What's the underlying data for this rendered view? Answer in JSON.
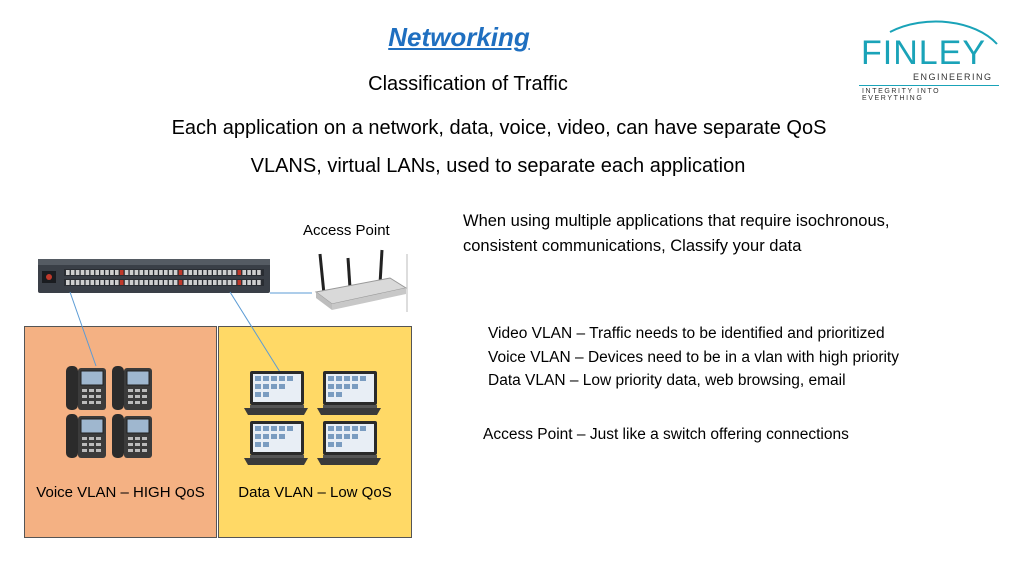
{
  "slide": {
    "title": "Networking",
    "subtitle": "Classification of Traffic",
    "line1": "Each application on a network, data, voice, video, can have separate QoS",
    "line2": "VLANS, virtual LANs, used to separate each application"
  },
  "right": {
    "para_line1": "When using multiple applications that require isochronous,",
    "para_line2": "consistent communications, Classify your data",
    "vlans": [
      "Video VLAN – Traffic needs to be identified and prioritized",
      "Voice VLAN – Devices need to be in a vlan with high priority",
      "Data VLAN – Low priority data, web browsing, email"
    ],
    "access_point": "Access Point – Just like a switch offering connections"
  },
  "diagram": {
    "access_point_label": "Access Point",
    "voice_label": "Voice VLAN – HIGH QoS",
    "data_label": "Data VLAN – Low QoS"
  },
  "logo": {
    "brand": "FINLEY",
    "sub": "ENGINEERING",
    "tagline": "INTEGRITY INTO EVERYTHING"
  },
  "colors": {
    "title": "#1f6fc0",
    "voice_box": "#f4b183",
    "data_box": "#ffd966",
    "logo_teal": "#1aa3b8"
  }
}
